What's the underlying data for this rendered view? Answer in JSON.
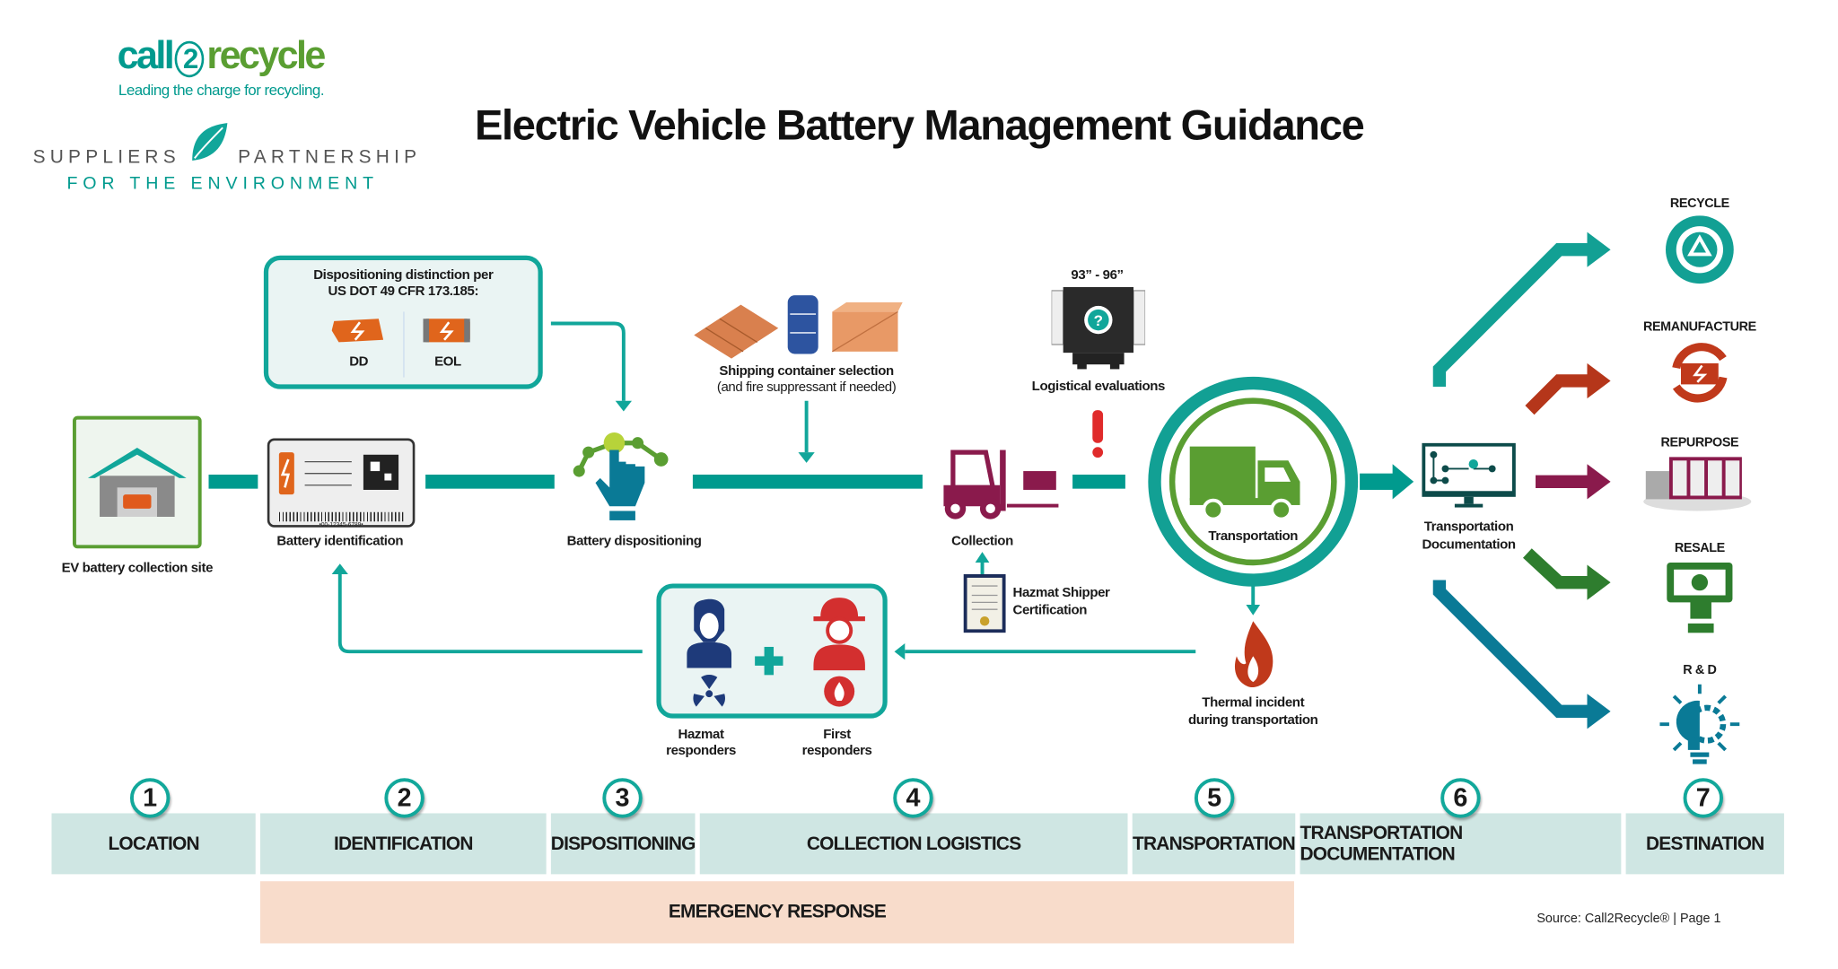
{
  "logos": {
    "call2recycle": {
      "part1": "call",
      "part2": "2",
      "part3": "recycle",
      "tagline": "Leading the charge for recycling."
    },
    "spe": {
      "line1_left": "SUPPLIERS",
      "line1_right": "PARTNERSHIP",
      "line2": "FOR THE ENVIRONMENT"
    }
  },
  "title": "Electric Vehicle Battery Management Guidance",
  "colors": {
    "teal": "#009a8e",
    "green": "#5a9e32",
    "maroon": "#8a1a4c",
    "red": "#c0391b",
    "blue": "#0a7a96",
    "band": "#cfe6e3",
    "emergency": "#f8dccb"
  },
  "nodes": {
    "collection_site": "EV battery collection site",
    "battery_id": "Battery identification",
    "disposition_box": {
      "title_line1": "Dispositioning distinction per",
      "title_line2": "US DOT 49 CFR 173.185:",
      "dd": "DD",
      "eol": "EOL"
    },
    "battery_dispositioning": "Battery dispositioning",
    "shipping": {
      "line1": "Shipping container selection",
      "line2": "(and fire suppressant if needed)"
    },
    "collection": "Collection",
    "hazmat_cert": {
      "line1": "Hazmat Shipper",
      "line2": "Certification"
    },
    "logistical": {
      "dimension": "93” - 96”",
      "label": "Logistical evaluations"
    },
    "transportation": "Transportation",
    "transport_doc": {
      "line1": "Transportation",
      "line2": "Documentation"
    },
    "thermal": {
      "line1": "Thermal incident",
      "line2": "during transportation"
    },
    "hazmat_responders": {
      "line1": "Hazmat",
      "line2": "responders"
    },
    "first_responders": {
      "line1": "First",
      "line2": "responders"
    },
    "barcode_text": "•00-12345-6789•"
  },
  "destinations": [
    {
      "label": "RECYCLE",
      "icon": "recycle-icon"
    },
    {
      "label": "REMANUFACTURE",
      "icon": "remanufacture-icon"
    },
    {
      "label": "REPURPOSE",
      "icon": "repurpose-icon"
    },
    {
      "label": "RESALE",
      "icon": "resale-icon"
    },
    {
      "label": "R & D",
      "icon": "lightbulb-gear-icon"
    }
  ],
  "stages": [
    {
      "num": "1",
      "label": "LOCATION"
    },
    {
      "num": "2",
      "label": "IDENTIFICATION"
    },
    {
      "num": "3",
      "label": "DISPOSITIONING"
    },
    {
      "num": "4",
      "label": "COLLECTION LOGISTICS"
    },
    {
      "num": "5",
      "label": "TRANSPORTATION"
    },
    {
      "num": "6",
      "label": "TRANSPORTATION DOCUMENTATION"
    },
    {
      "num": "7",
      "label": "DESTINATION"
    }
  ],
  "emergency": "EMERGENCY RESPONSE",
  "source": "Source: Call2Recycle® | Page 1"
}
